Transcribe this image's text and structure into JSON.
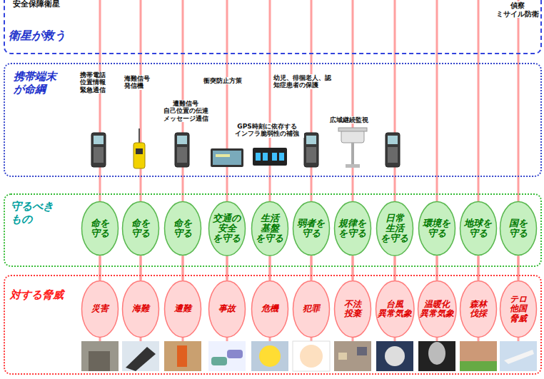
{
  "diagram": {
    "nodes": [
      {
        "text": [
          "衛星が救う"
        ]
      },
      {
        "text": [
          "携帯端末 が命綱"
        ]
      },
      {
        "text": [
          "守るべき もの"
        ]
      },
      {
        "text": [
          "命を 守る"
        ],
        "in": 2
      },
      {
        "text": [
          "命を 守る"
        ],
        "in": 2
      },
      {
        "text": [
          "命を 守る"
        ],
        "in": 2
      },
      {
        "text": [
          "交通の 安全 を守る"
        ],
        "in": 2
      },
      {
        "text": [
          "生活 基盤 を守る"
        ],
        "in": 2
      },
      {
        "text": [
          "弱者を 守る"
        ],
        "in": 2
      },
      {
        "text": [
          "規律を を守る"
        ],
        "in": 2
      },
      {
        "text": [
          "日常 生活 を守る"
        ],
        "in": 2
      },
      {
        "text": [
          "環境を 守る"
        ],
        "in": 2
      },
      {
        "text": [
          "地球を 守る"
        ],
        "in": 2
      },
      {
        "text": [
          "国を 守る"
        ],
        "in": 2
      },
      {
        "text": [
          "対する脅威"
        ]
      },
      {
        "text": [
          "災害"
        ],
        "in": 14
      },
      {
        "text": [
          "海難"
        ],
        "in": 14
      },
      {
        "text": [
          "遭難"
        ],
        "in": 14
      },
      {
        "text": [
          "事故"
        ],
        "in": 14
      },
      {
        "text": [
          "危機"
        ],
        "in": 14
      },
      {
        "text": [
          "犯罪"
        ],
        "in": 14
      },
      {
        "text": [
          "不法 投棄"
        ],
        "in": 14
      },
      {
        "text": [
          "台風 異常気象"
        ],
        "in": 14
      },
      {
        "text": [
          "温暖化 異常気象"
        ],
        "in": 14
      },
      {
        "text": [
          "森林 伐採"
        ],
        "in": 14
      },
      {
        "text": [
          "テロ 他国 脅威"
        ],
        "in": 14
      }
    ],
    "edges": [
      {
        "from": 3,
        "to": 15,
        "arrow": "none"
      },
      {
        "from": 4,
        "to": 16,
        "arrow": "none"
      },
      {
        "from": 5,
        "to": 17,
        "arrow": "none"
      },
      {
        "from": 6,
        "to": 18,
        "arrow": "none"
      },
      {
        "from": 7,
        "to": 19,
        "arrow": "none"
      },
      {
        "from": 8,
        "to": 20,
        "arrow": "none"
      },
      {
        "from": 9,
        "to": 21,
        "arrow": "none"
      },
      {
        "from": 10,
        "to": 22,
        "arrow": "none"
      },
      {
        "from": 11,
        "to": 23,
        "arrow": "none"
      },
      {
        "from": 12,
        "to": 24,
        "arrow": "none"
      },
      {
        "from": 13,
        "to": 25,
        "arrow": "none"
      }
    ],
    "labels": [
      "安全保障衛星",
      "偵察 ミサイル防衛",
      "携帯電話 位置情報 緊急通信",
      "海難信号 発信機",
      "遭難信号 自己位置の伝達 メッセージ通信",
      "衝突防止方策",
      "GPS時刻に依存する インフラ脆弱性の補強",
      "幼児、徘徊老人、認知症患者の保護",
      "広域継続監視"
    ]
  }
}
